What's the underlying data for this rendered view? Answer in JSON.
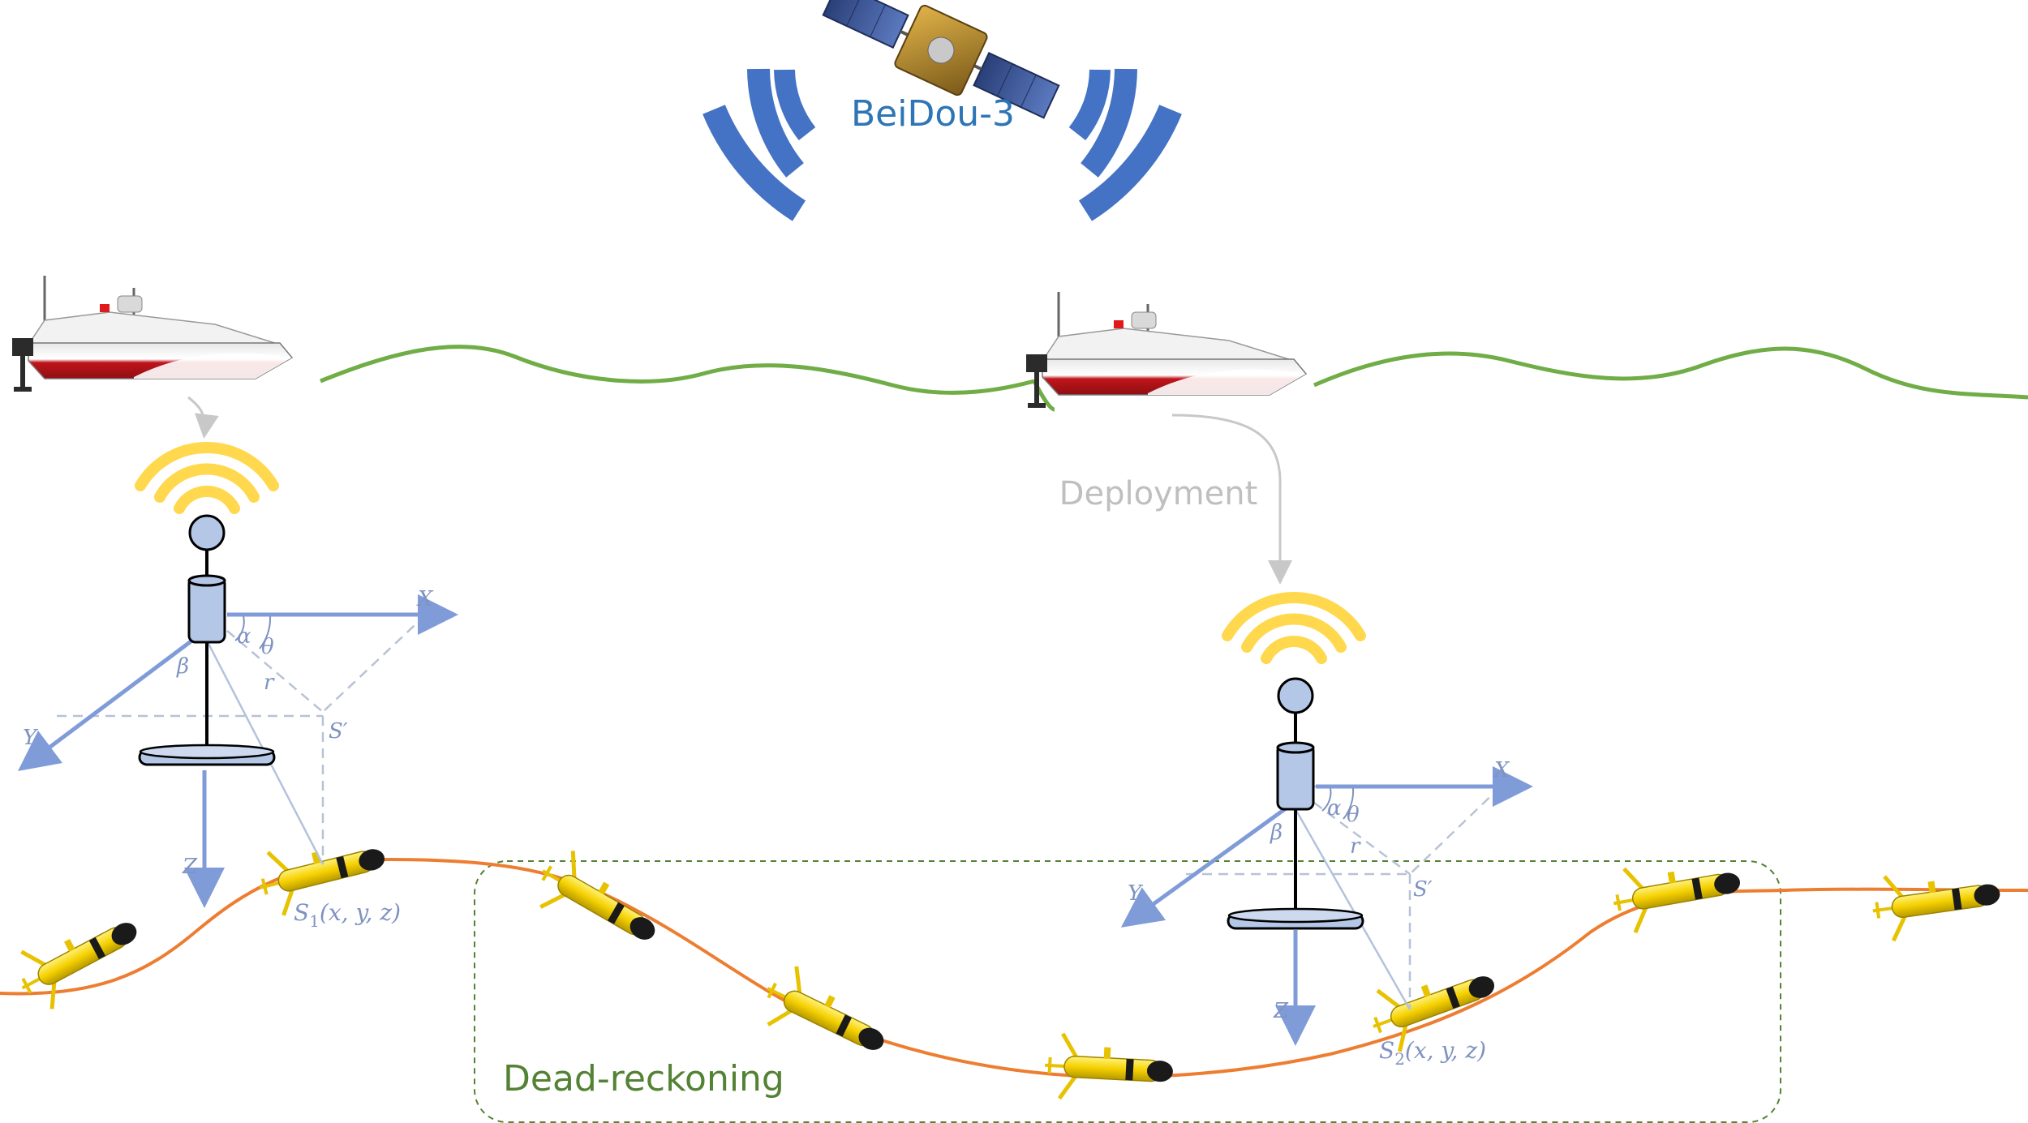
{
  "satellite_label": "BeiDou-3",
  "deployment_label": "Deployment",
  "dead_reckoning_label": "Dead-reckoning",
  "frame_1": {
    "x_label": "X",
    "y_label": "Y",
    "z_label": "Z",
    "alpha": "α",
    "beta": "β",
    "theta": "θ",
    "r": "r",
    "s_prime": "S′",
    "position_main": "S",
    "position_sub": "1",
    "position_args": "(x, y, z)"
  },
  "frame_2": {
    "x_label": "X",
    "y_label": "Y",
    "z_label": "Z",
    "alpha": "α",
    "beta": "β",
    "theta": "θ",
    "r": "r",
    "s_prime": "S′",
    "position_main": "S",
    "position_sub": "2",
    "position_args": "(x, y, z)"
  },
  "colors": {
    "signal_blue": "#4472c4",
    "wave_green": "#70ad47",
    "trajectory_orange": "#ed7d31",
    "axis_blue": "#7f9bd8",
    "buoy_fill": "#b4c7e7",
    "glider_yellow": "#f5d000",
    "boat_red": "#c0151b",
    "wifi_yellow": "#ffd84d"
  },
  "icons": [
    "satellite-icon",
    "usv-boat-icon",
    "wifi-signal-icon",
    "buoy-icon",
    "underwater-glider-icon"
  ]
}
